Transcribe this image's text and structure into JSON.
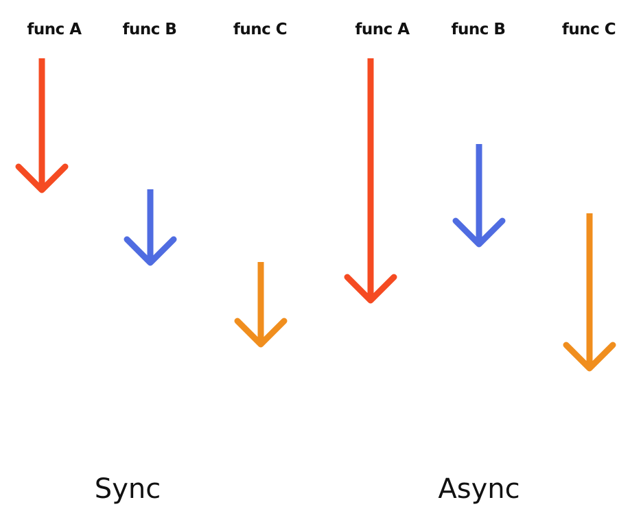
{
  "groups": [
    {
      "label": "Sync",
      "functions": [
        {
          "label": "func A",
          "color": "#F54B22",
          "icon": "arrow-down-icon"
        },
        {
          "label": "func B",
          "color": "#4F6CE1",
          "icon": "arrow-down-icon"
        },
        {
          "label": "func C",
          "color": "#F08E1E",
          "icon": "arrow-down-icon"
        }
      ]
    },
    {
      "label": "Async",
      "functions": [
        {
          "label": "func A",
          "color": "#F54B22",
          "icon": "arrow-down-icon"
        },
        {
          "label": "func B",
          "color": "#4F6CE1",
          "icon": "arrow-down-icon"
        },
        {
          "label": "func C",
          "color": "#F08E1E",
          "icon": "arrow-down-icon"
        }
      ]
    }
  ]
}
